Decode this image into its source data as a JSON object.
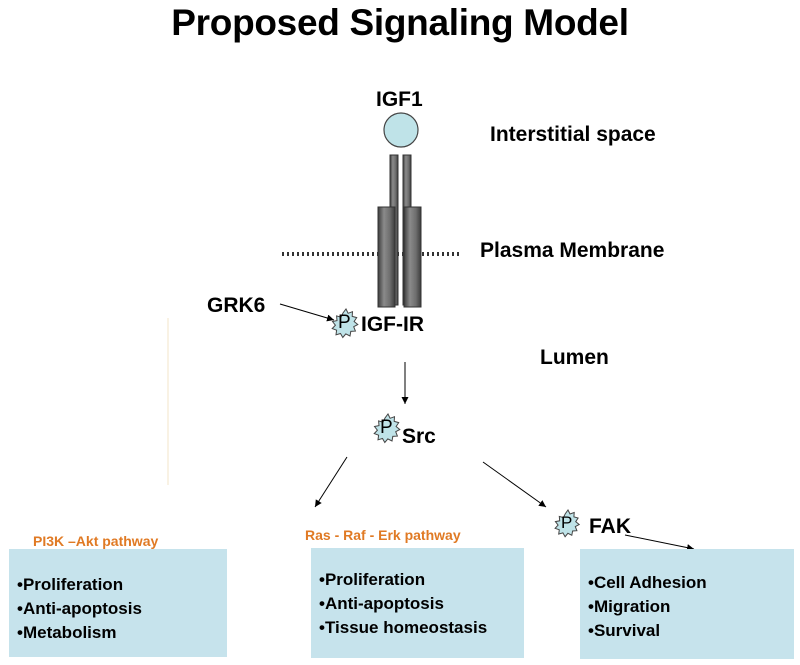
{
  "title": "Proposed Signaling Model",
  "labels": {
    "igf1": "IGF1",
    "interstitial": "Interstitial space",
    "plasma_membrane": "Plasma Membrane",
    "grk6": "GRK6",
    "igf_ir": "IGF-IR",
    "lumen": "Lumen",
    "src": "Src",
    "fak": "FAK",
    "phospho": "P"
  },
  "pathways": [
    {
      "name": "PI3K –Akt pathway",
      "items": [
        "•Proliferation",
        "•Anti-apoptosis",
        "•Metabolism"
      ]
    },
    {
      "name": "Ras -   Raf -   Erk pathway",
      "items": [
        "•Proliferation",
        "•Anti-apoptosis",
        "•Tissue homeostasis"
      ]
    },
    {
      "name": "",
      "items": [
        "•Cell Adhesion",
        "•Migration",
        "•Survival"
      ]
    }
  ],
  "colors": {
    "ligand_fill": "#bfe3e8",
    "receptor_fill": "#6b6b6b",
    "box_fill": "#c6e3ec",
    "pathway_text": "#e07a24"
  }
}
